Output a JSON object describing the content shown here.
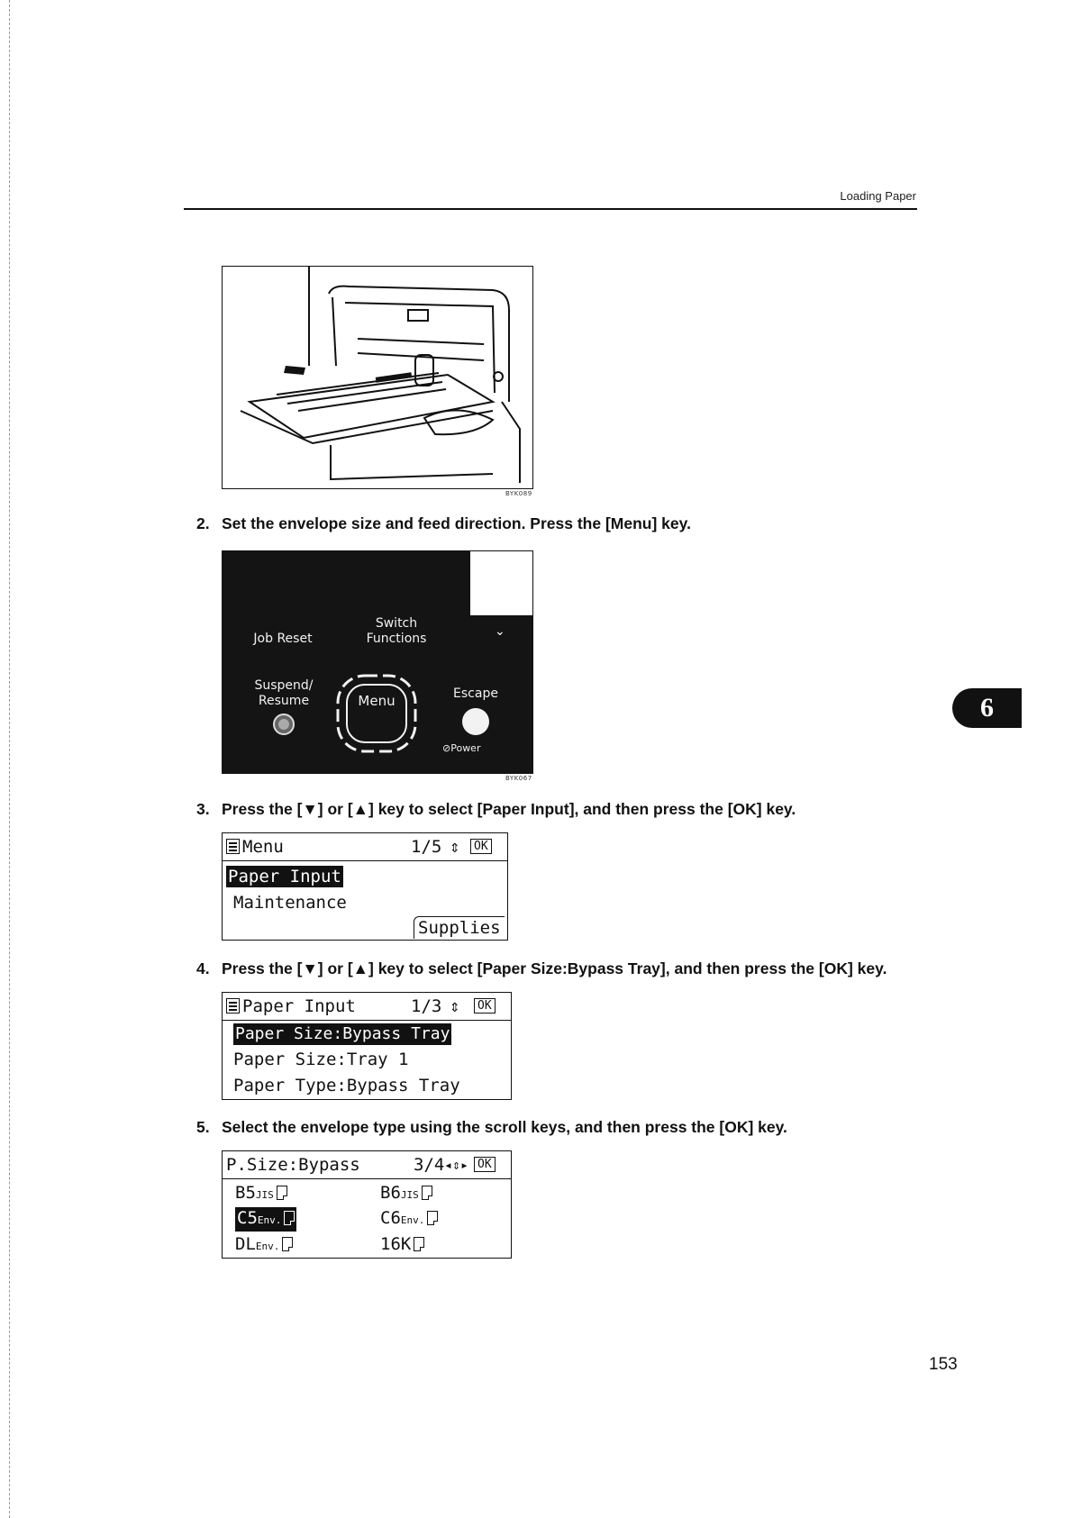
{
  "header": {
    "title": "Loading Paper"
  },
  "figures": {
    "tray": {
      "code": "BYK089"
    },
    "panel": {
      "code": "BYK067",
      "job_reset": "Job Reset",
      "switch_functions": "Switch\nFunctions",
      "suspend_resume": "Suspend/\nResume",
      "menu": "Menu",
      "escape": "Escape",
      "power": "Power"
    }
  },
  "steps": [
    {
      "num": "2.",
      "text": "Set the envelope size and feed direction. Press the [Menu] key."
    },
    {
      "num": "3.",
      "text": "Press the [▼] or [▲] key to select [Paper Input], and then press the [OK] key."
    },
    {
      "num": "4.",
      "text": "Press the [▼] or [▲] key to select [Paper Size:Bypass Tray], and then press the [OK] key."
    },
    {
      "num": "5.",
      "text": "Select the envelope type using the scroll keys, and then press the [OK] key."
    }
  ],
  "screens": {
    "menu": {
      "title": "Menu",
      "page": "1/5",
      "arrows": "⇕",
      "ok": "OK",
      "items": [
        "Paper Input",
        "Maintenance"
      ],
      "selected": "Paper Input",
      "softkey": "Supplies"
    },
    "paper_input": {
      "title": "Paper Input",
      "page": "1/3",
      "arrows": "⇕",
      "ok": "OK",
      "items": [
        "Paper Size:Bypass Tray",
        "Paper Size:Tray 1",
        "Paper Type:Bypass Tray"
      ],
      "selected": "Paper Size:Bypass Tray"
    },
    "psize": {
      "title": "P.Size:Bypass",
      "page": "3/4",
      "arrows": "◂⇕▸",
      "ok": "OK",
      "cells": [
        {
          "main": "B5",
          "sub": "JIS"
        },
        {
          "main": "B6",
          "sub": "JIS"
        },
        {
          "main": "C5",
          "sub": "Env."
        },
        {
          "main": "C6",
          "sub": "Env."
        },
        {
          "main": "DL",
          "sub": "Env."
        },
        {
          "main": "16K",
          "sub": ""
        }
      ],
      "selected": "C5 Env."
    }
  },
  "chapter_tab": "6",
  "page_number": "153"
}
